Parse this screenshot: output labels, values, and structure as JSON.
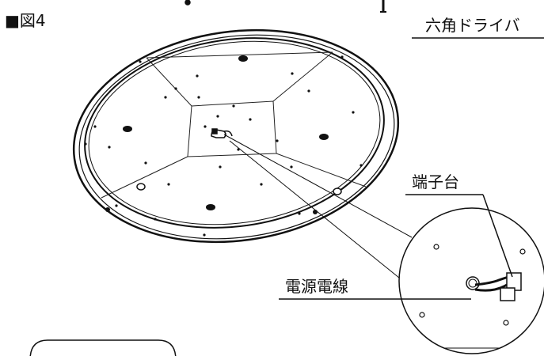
{
  "figure_label": "■図4",
  "callouts": {
    "hex_driver": "六角ドライバ",
    "terminal_block": "端子台",
    "power_cable": "電源電線"
  }
}
